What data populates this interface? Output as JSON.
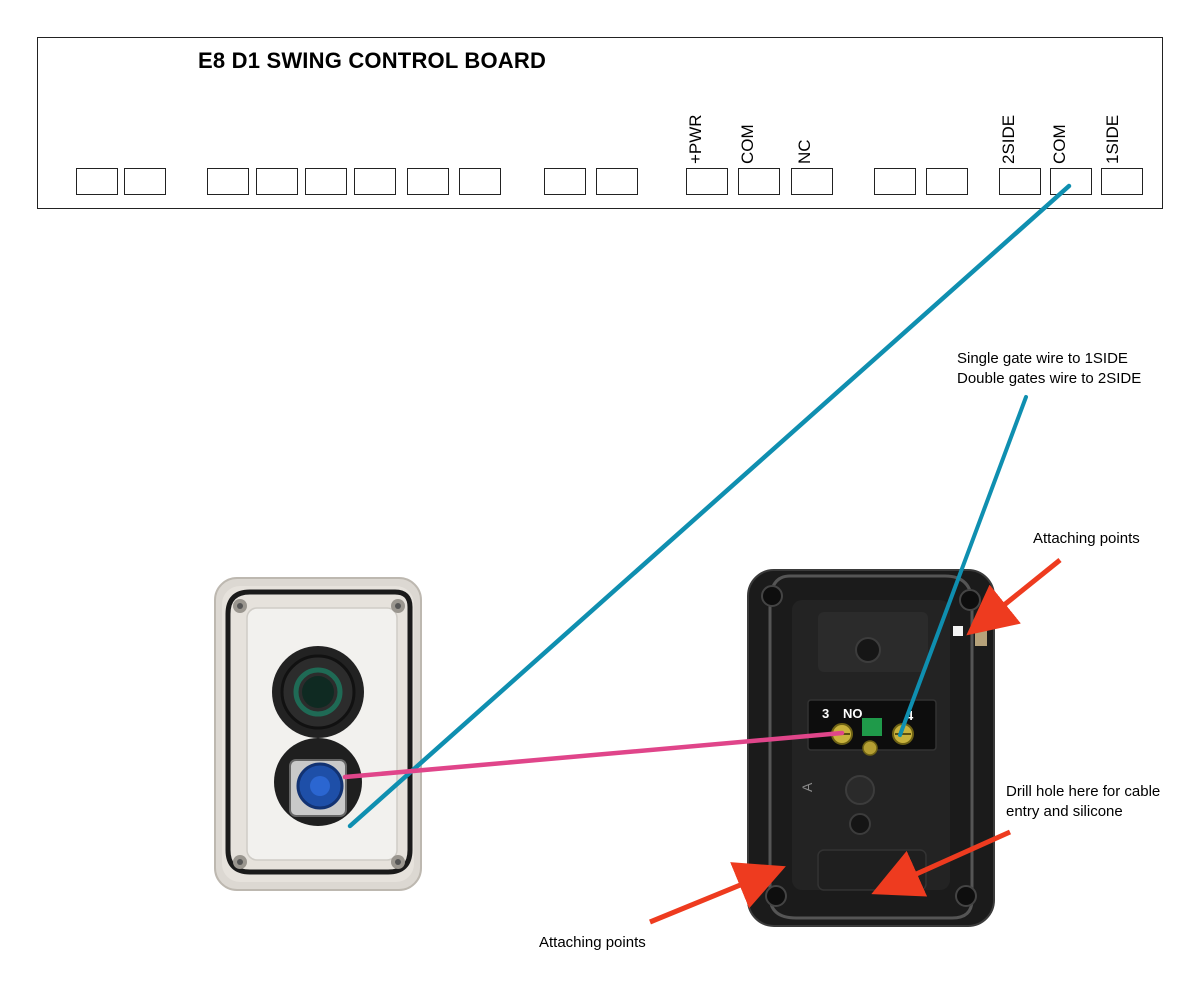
{
  "board": {
    "title": "E8 D1 SWING CONTROL BOARD",
    "terminals": [
      {
        "label": "+PWR"
      },
      {
        "label": "COM"
      },
      {
        "label": "NC"
      },
      {
        "label": "2SIDE"
      },
      {
        "label": "COM"
      },
      {
        "label": "1SIDE"
      }
    ]
  },
  "annotations": {
    "gate_wiring_line1": "Single gate wire to 1SIDE",
    "gate_wiring_line2": "Double gates wire to 2SIDE",
    "attaching_points_top": "Attaching points",
    "drill_hole_line1": "Drill hole here for cable",
    "drill_hole_line2": "entry and silicone",
    "attaching_points_bottom": "Attaching points",
    "switch_contact_number_left": "3",
    "switch_contact_type": "NO",
    "switch_contact_number_right": "4",
    "mount_marking": "A"
  },
  "colors": {
    "wire_com": "#0f8fb0",
    "wire_switch": "#e0458a",
    "arrow": "#ee3b1f",
    "grey_box": "#dcd8d2",
    "black_box": "#1b1b1b"
  }
}
